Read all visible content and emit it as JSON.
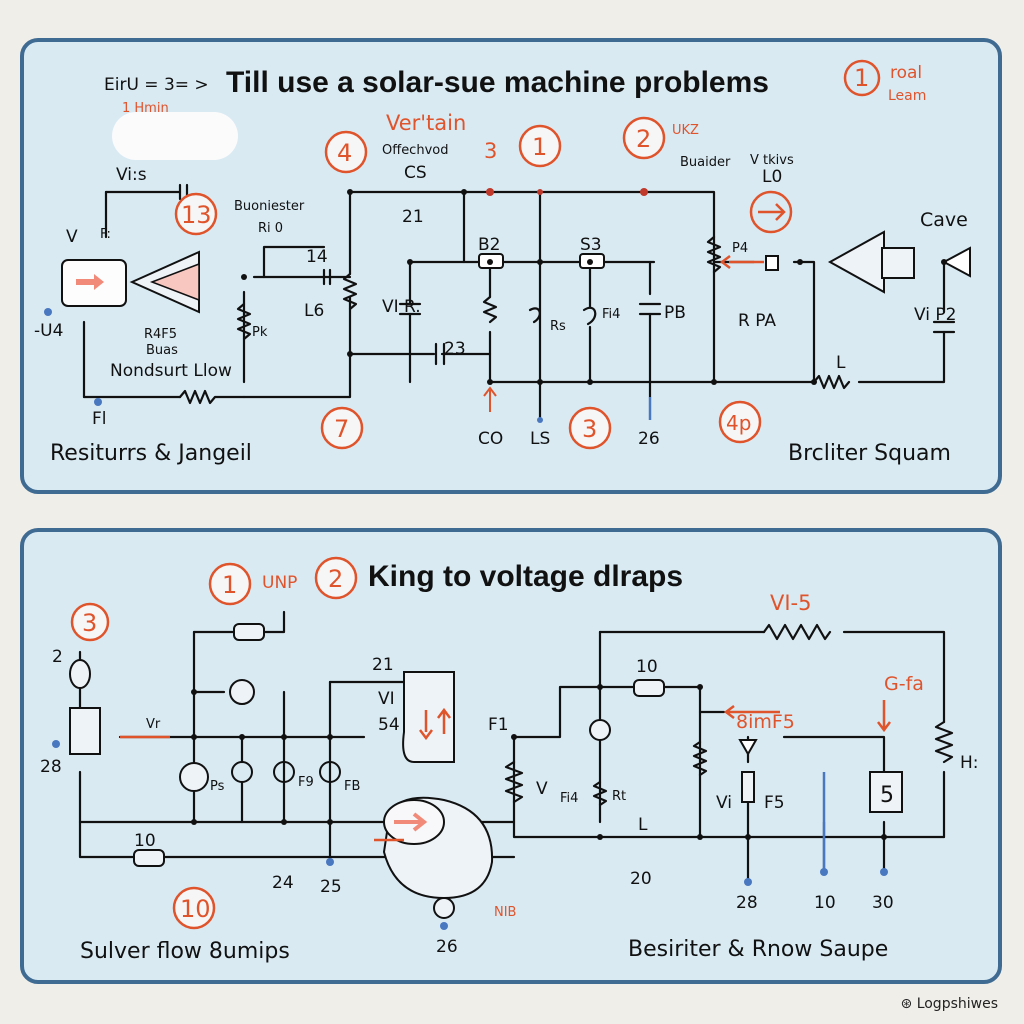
{
  "colors": {
    "background": "#f0eee9",
    "panel_fill": "#d9eaf3",
    "panel_border": "#3f6b93",
    "annotation": "#e0542c",
    "node_dot": "#4a78c0",
    "wire": "#111111"
  },
  "top_panel": {
    "badge_line1": "EirU = 3= >",
    "badge_line2": "1 Hmin",
    "title": "Till use a solar-sue machine problems",
    "title_circle": "1",
    "title_note1": "roal",
    "title_note2": "Leam",
    "footer_left": "Resiturrs & Jangeil",
    "footer_right": "Brcliter Squam",
    "circled_numbers": [
      "4",
      "13",
      "1",
      "2",
      "3",
      "7",
      "4p"
    ],
    "annotations": [
      "Ver'tain",
      "3",
      "UKZ"
    ],
    "labels": [
      "Offechvod",
      "CS",
      "21",
      "Buaider",
      "V tkivs",
      "L0",
      "Cave",
      "Vi P2",
      "R PA",
      "Buoniester",
      "Ri 0",
      "14",
      "L6",
      "VI R.",
      "23",
      "B2",
      "S3",
      "Rs",
      "Fi4",
      "PB",
      "P4",
      "Vi:s",
      "V",
      "F:",
      "-U4",
      "R4F5",
      "Buas",
      "Nondsurt Llow",
      "Pk",
      "Fl",
      "CO",
      "LS",
      "26",
      "L"
    ]
  },
  "bottom_panel": {
    "title": "King to voltage dlraps",
    "title_circle1": "1",
    "title_circle1_note": "UNP",
    "title_circle2": "2",
    "footer_left": "Sulver flow 8umips",
    "footer_right": "Besiriter & Rnow Saupe",
    "circled_numbers": [
      "3",
      "10"
    ],
    "annotations": [
      "VI-5",
      "8imF5",
      "G-fa",
      "NIB"
    ],
    "labels": [
      "2",
      "28",
      "Vr",
      "21",
      "VI",
      "54",
      "F1",
      "10",
      "Ps",
      "F9",
      "FB",
      "V",
      "Fi4",
      "Rt",
      "Vi",
      "F5",
      "H:",
      "5",
      "L",
      "20",
      "28",
      "10",
      "30",
      "10",
      "24",
      "25",
      "26"
    ]
  },
  "watermark": "Logpshiwes"
}
